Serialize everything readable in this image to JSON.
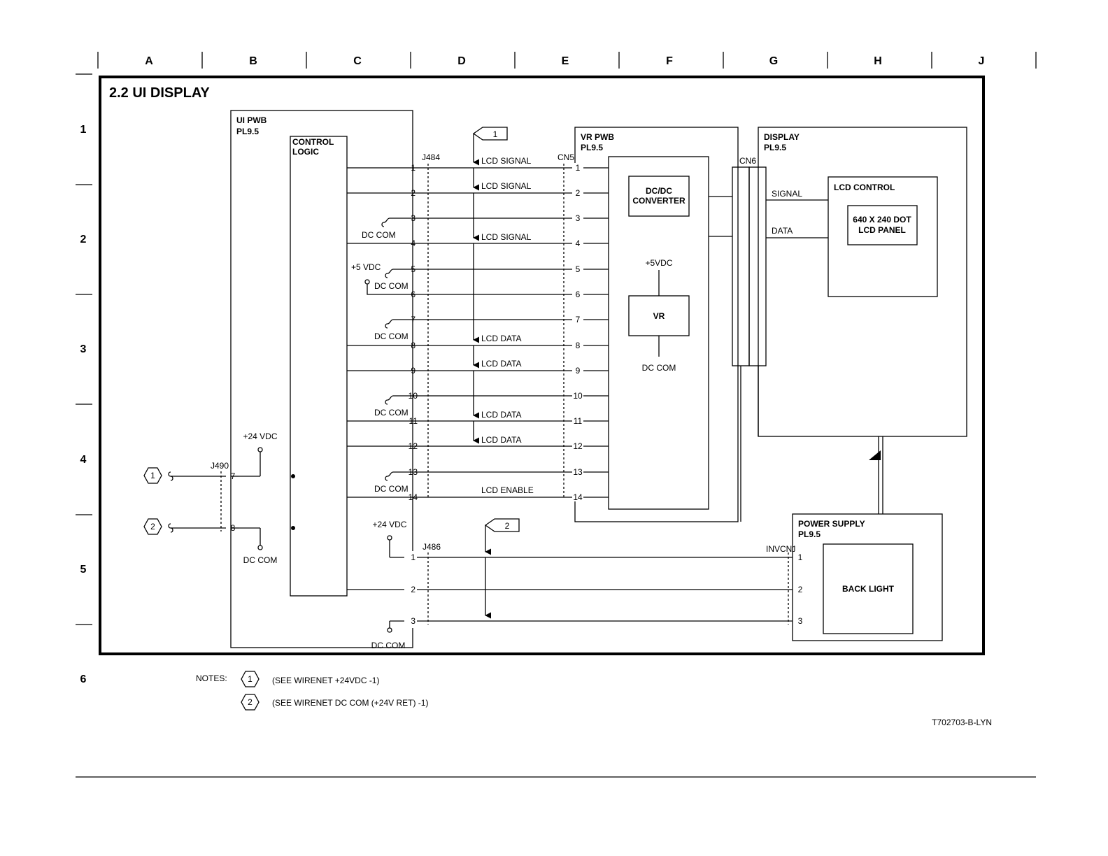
{
  "page_title": "2.2 UI DISPLAY",
  "column_letters": [
    "A",
    "B",
    "C",
    "D",
    "E",
    "F",
    "G",
    "H",
    "J"
  ],
  "row_numbers": [
    "1",
    "2",
    "3",
    "4",
    "5",
    "6"
  ],
  "blocks": {
    "ui_pwb": {
      "name": "UI PWB",
      "pl": "PL9.5"
    },
    "control_logic": {
      "line1": "CONTROL",
      "line2": "LOGIC"
    },
    "vr_pwb": {
      "name": "VR PWB",
      "pl": "PL9.5"
    },
    "dcdc": {
      "line1": "DC/DC",
      "line2": "CONVERTER"
    },
    "vr": {
      "name": "VR",
      "top": "+5VDC",
      "bottom": "DC COM"
    },
    "display": {
      "name": "DISPLAY",
      "pl": "PL9.5"
    },
    "lcd_control": {
      "name": "LCD CONTROL"
    },
    "lcd_panel": {
      "line1": "640 X 240 DOT",
      "line2": "LCD PANEL"
    },
    "power_supply": {
      "name": "POWER SUPPLY",
      "pl": "PL9.5"
    },
    "back_light": {
      "name": "BACK LIGHT"
    }
  },
  "connectors": {
    "j484": "J484",
    "cn5": "CN5",
    "cn6": "CN6",
    "j490": "J490",
    "j486": "J486",
    "invcn1": "INVCN1"
  },
  "j484_pins": [
    "1",
    "2",
    "3",
    "4",
    "5",
    "6",
    "7",
    "8",
    "9",
    "10",
    "11",
    "12",
    "13",
    "14"
  ],
  "j490_pins": [
    "7",
    "8"
  ],
  "j486_pins": [
    "1",
    "2",
    "3"
  ],
  "signals": {
    "lcd_signal": "LCD SIGNAL",
    "lcd_data": "LCD DATA",
    "lcd_enable": "LCD ENABLE",
    "signal": "SIGNAL",
    "data": "DATA",
    "dc_com": "DC COM",
    "plus5vdc": "+5 VDC",
    "plus24vdc": "+24 VDC"
  },
  "references": [
    "1",
    "2"
  ],
  "notes": {
    "label": "NOTES:",
    "items": [
      {
        "ref": "1",
        "text": "(SEE WIRENET +24VDC -1)"
      },
      {
        "ref": "2",
        "text": "(SEE WIRENET DC COM (+24V RET) -1)"
      }
    ]
  },
  "drawing_id": "T702703-B-LYN"
}
